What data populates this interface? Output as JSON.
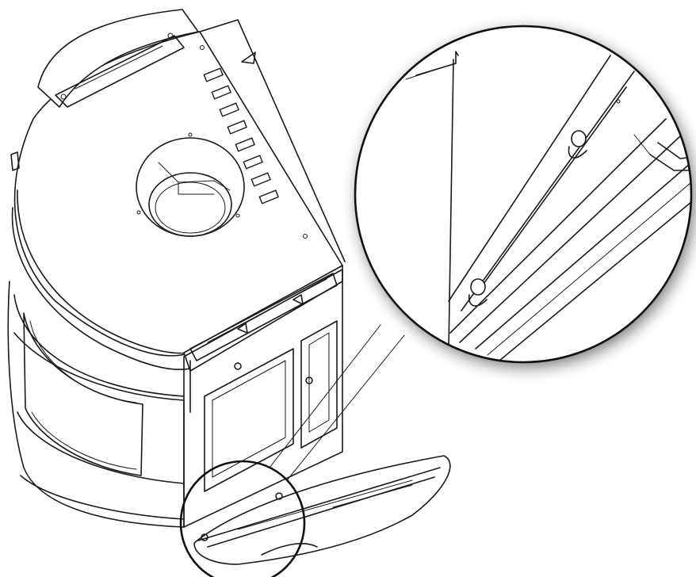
{
  "figure": {
    "subject": "stove",
    "colors": {
      "line": "#1a1a1a",
      "background": "#ffffff",
      "shadow": "#9a9a9a"
    },
    "icons": {
      "detail_callout": "magnifier-callout",
      "highlight_circle": "circle-marker"
    }
  }
}
